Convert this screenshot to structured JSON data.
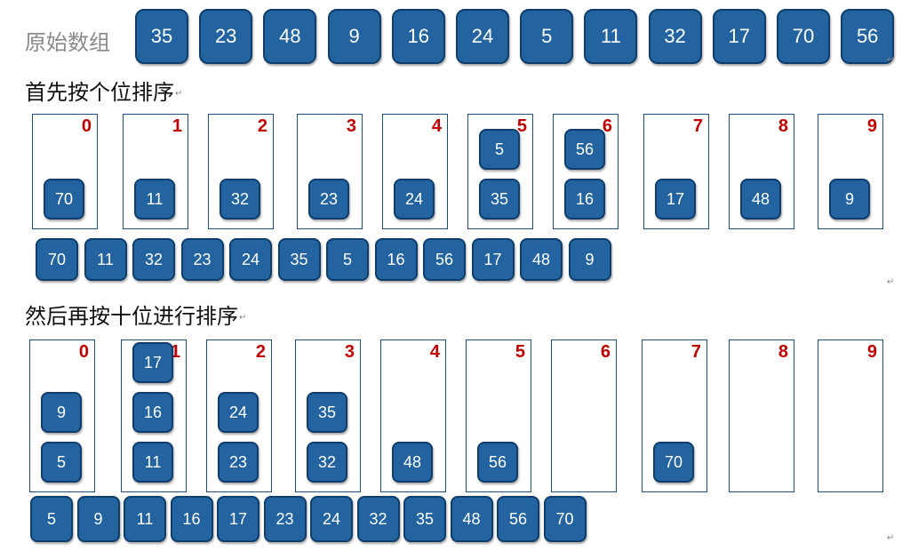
{
  "original": {
    "label": "原始数组",
    "values": [
      "35",
      "23",
      "48",
      "9",
      "16",
      "24",
      "5",
      "11",
      "32",
      "17",
      "70",
      "56"
    ]
  },
  "step1": {
    "heading": "首先按个位排序",
    "buckets": [
      {
        "index": "0",
        "items": [
          "70"
        ]
      },
      {
        "index": "1",
        "items": [
          "11"
        ]
      },
      {
        "index": "2",
        "items": [
          "32"
        ]
      },
      {
        "index": "3",
        "items": [
          "23"
        ]
      },
      {
        "index": "4",
        "items": [
          "24"
        ]
      },
      {
        "index": "5",
        "items": [
          "5",
          "35"
        ]
      },
      {
        "index": "6",
        "items": [
          "56",
          "16"
        ]
      },
      {
        "index": "7",
        "items": [
          "17"
        ]
      },
      {
        "index": "8",
        "items": [
          "48"
        ]
      },
      {
        "index": "9",
        "items": [
          "9"
        ]
      }
    ],
    "result": [
      "70",
      "11",
      "32",
      "23",
      "24",
      "35",
      "5",
      "16",
      "56",
      "17",
      "48",
      "9"
    ]
  },
  "step2": {
    "heading": "然后再按十位进行排序",
    "buckets": [
      {
        "index": "0",
        "items": [
          "9",
          "5"
        ]
      },
      {
        "index": "1",
        "items": [
          "17",
          "16",
          "11"
        ]
      },
      {
        "index": "2",
        "items": [
          "24",
          "23"
        ]
      },
      {
        "index": "3",
        "items": [
          "35",
          "32"
        ]
      },
      {
        "index": "4",
        "items": [
          "48"
        ]
      },
      {
        "index": "5",
        "items": [
          "56"
        ]
      },
      {
        "index": "6",
        "items": []
      },
      {
        "index": "7",
        "items": [
          "70"
        ]
      },
      {
        "index": "8",
        "items": []
      },
      {
        "index": "9",
        "items": []
      }
    ],
    "result": [
      "5",
      "9",
      "11",
      "16",
      "17",
      "23",
      "24",
      "32",
      "35",
      "48",
      "56",
      "70"
    ]
  },
  "return_mark": "↵"
}
